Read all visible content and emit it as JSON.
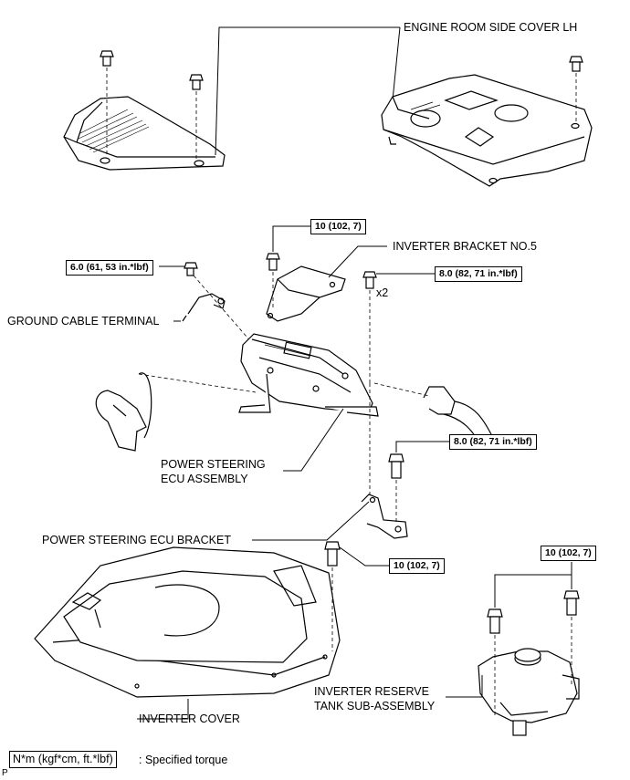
{
  "labels": {
    "engine_room_side_cover": "ENGINE ROOM SIDE COVER LH",
    "inverter_bracket": "INVERTER BRACKET NO.5",
    "ground_cable_terminal": "GROUND CABLE TERMINAL",
    "ps_ecu_assembly_l1": "POWER STEERING",
    "ps_ecu_assembly_l2": "ECU ASSEMBLY",
    "ps_ecu_bracket": "POWER STEERING ECU BRACKET",
    "inverter_cover": "INVERTER COVER",
    "reserve_tank_l1": "INVERTER RESERVE",
    "reserve_tank_l2": "TANK SUB-ASSEMBLY",
    "x2": "x2"
  },
  "torques": {
    "t_bracket_top": "10 (102, 7)",
    "t_ground": "6.0 (61, 53 in.*lbf)",
    "t_ecu_x2": "8.0 (82, 71 in.*lbf)",
    "t_ecu_bracket": "8.0 (82, 71 in.*lbf)",
    "t_cover": "10 (102, 7)",
    "t_tank": "10 (102, 7)"
  },
  "legend": {
    "unit_box": "N*m (kgf*cm, ft.*lbf)",
    "text": ": Specified torque"
  },
  "corner_code": "P"
}
